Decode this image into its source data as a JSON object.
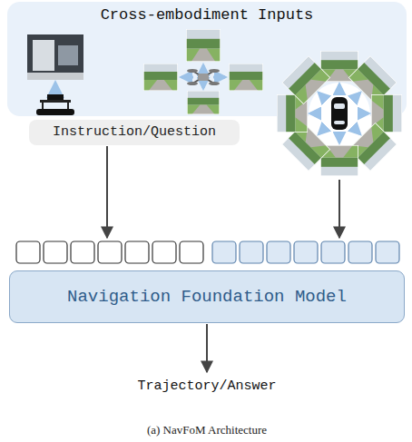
{
  "diagram": {
    "caption": "(a) NavFoM Architecture",
    "nodes": [
      {
        "text": [
          "Cross-embodiment Inputs"
        ]
      },
      {
        "text": [
          "Instruction/Question"
        ]
      },
      {
        "text": [
          "Navigation Foundation Model"
        ]
      }
    ],
    "labels": [
      "Trajectory/Answer"
    ]
  }
}
